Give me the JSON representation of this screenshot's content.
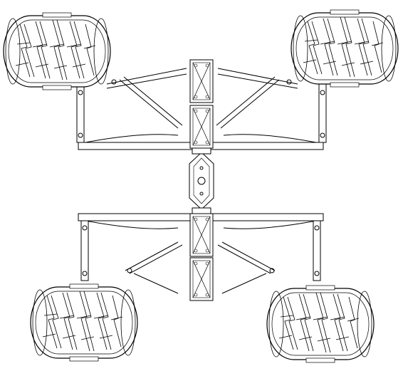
{
  "drawing": {
    "line_color": "#000000",
    "background": "#ffffff",
    "parts": {
      "chassis_spine": "center-spine",
      "center_hub": "center-pivot-hub",
      "front_axle": "front-axle-beam",
      "rear_axle": "rear-axle-beam",
      "wheels": [
        "front-left-wheel",
        "front-right-wheel",
        "rear-left-wheel",
        "rear-right-wheel"
      ],
      "tread_pattern": "chevron-lug-tread"
    }
  }
}
